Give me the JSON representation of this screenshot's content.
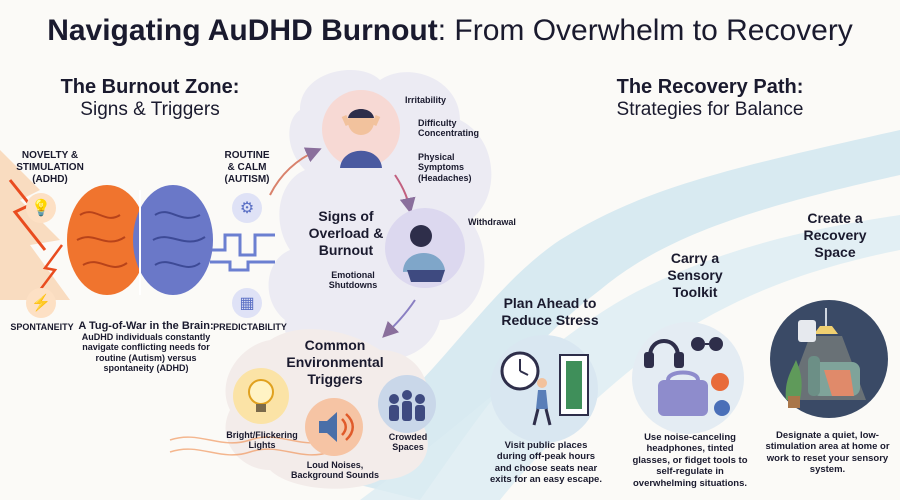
{
  "title": {
    "bold": "Navigating AuDHD Burnout",
    "rest": ": From Overwhelm to Recovery"
  },
  "burnout": {
    "heading": "The Burnout Zone:",
    "sub": "Signs & Triggers"
  },
  "recovery": {
    "heading": "The Recovery Path:",
    "sub": "Strategies for Balance"
  },
  "brain": {
    "left_label": "NOVELTY &\nSTIMULATION\n(ADHD)",
    "right_label": "ROUTINE\n& CALM\n(AUTISM)",
    "left_tag": "SPONTANEITY",
    "right_tag": "PREDICTABILITY",
    "tug_title": "A Tug-of-War in the Brain:",
    "tug_body": "AuDHD individuals constantly navigate conflicting needs for routine (Autism) versus spontaneity (ADHD)"
  },
  "signs": {
    "heading": "Signs of\nOverload &\nBurnout",
    "items": [
      "Irritability",
      "Difficulty\nConcentrating",
      "Physical\nSymptoms\n(Headaches)",
      "Withdrawal",
      "Emotional\nShutdowns"
    ]
  },
  "triggers": {
    "heading": "Common\nEnvironmental\nTriggers",
    "items": [
      "Bright/Flickering\nLights",
      "Loud Noises,\nBackground Sounds",
      "Crowded\nSpaces"
    ]
  },
  "strategies": [
    {
      "title": "Plan Ahead to\nReduce Stress",
      "body": "Visit public places during off-peak hours and choose seats near exits for an easy escape."
    },
    {
      "title": "Carry a\nSensory\nToolkit",
      "body": "Use noise-canceling headphones, tinted glasses, or fidget tools to self-regulate in overwhelming situations."
    },
    {
      "title": "Create a\nRecovery\nSpace",
      "body": "Designate a quiet, low-stimulation area at home or work to reset your sensory system."
    }
  ],
  "colors": {
    "warm": "#f26b2a",
    "cool": "#5a6fc4",
    "path": "#a9d3e6",
    "ink": "#1a1a2e"
  },
  "icons": [
    "lightbulb-icon",
    "gear-icon",
    "lightning-icon",
    "calendar-icon",
    "clock-icon",
    "door-icon",
    "headphones-icon",
    "lamp-icon",
    "speaker-icon",
    "crowd-icon"
  ]
}
